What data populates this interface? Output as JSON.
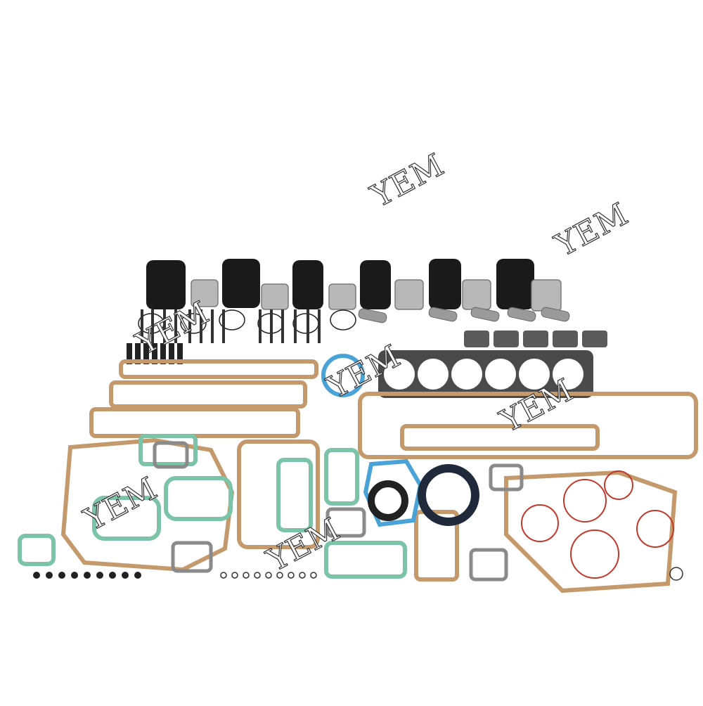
{
  "watermark": {
    "text": "YEM",
    "instances": [
      "YEM",
      "YEM",
      "YEM",
      "YEM",
      "YEM",
      "YEM",
      "YEM"
    ]
  },
  "palette": {
    "liner": "#1a1a1a",
    "piston": "#b8b8b8",
    "paper_gasket": "#c49a6c",
    "green_gasket": "#7cc4a8",
    "blue_gasket": "#4aa3d6",
    "metal": "#8a8a8a",
    "seal_red": "#c0392b",
    "rubber": "#222222"
  },
  "kit": {
    "cylinder_liner_count": 6,
    "piston_count": 6,
    "valve_count": 24,
    "head_gasket_cylinders": 6
  }
}
